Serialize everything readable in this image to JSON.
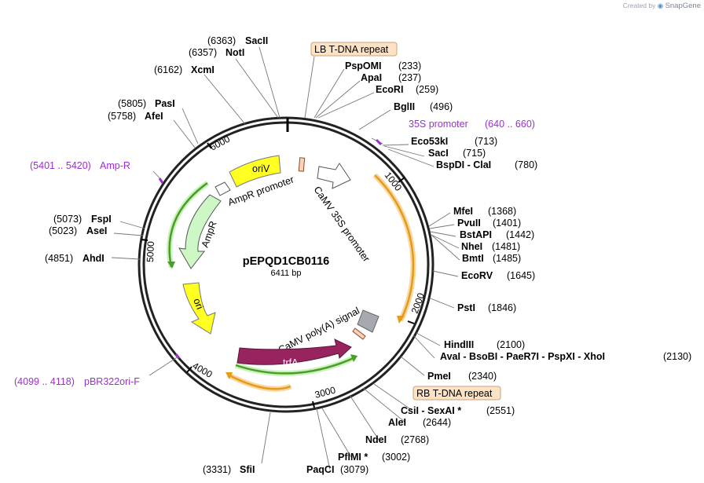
{
  "credit": {
    "prefix": "Created by",
    "brand": "SnapGene"
  },
  "plasmid": {
    "name": "pEPQD1CB0116",
    "length": "6411 bp"
  },
  "ticks": [
    "1000",
    "2000",
    "3000",
    "4000",
    "5000",
    "6000"
  ],
  "features": {
    "orIV": "oriV",
    "ampr_promoter": "AmpR promoter",
    "camv35s": "CaMV 35S promoter",
    "ampr": "AmpR",
    "ori": "ori",
    "polya": "CaMV poly(A) signal",
    "trfa": "trfA"
  },
  "boxed_labels": {
    "lb": "LB T-DNA repeat",
    "rb": "RB T-DNA repeat"
  },
  "purple_labels": {
    "p35s_name": "35S promoter",
    "p35s_range": "(640 .. 660)",
    "ampr_range": "(5401 .. 5420)",
    "ampr_name": "Amp-R",
    "pbr_range": "(4099 .. 4118)",
    "pbr_name": "pBR322ori-F"
  },
  "sites": [
    {
      "name": "SacII",
      "pos": "(6363)"
    },
    {
      "name": "NotI",
      "pos": "(6357)"
    },
    {
      "name": "XcmI",
      "pos": "(6162)"
    },
    {
      "name": "PasI",
      "pos": "(5805)"
    },
    {
      "name": "AfeI",
      "pos": "(5758)"
    },
    {
      "name": "FspI",
      "pos": "(5073)"
    },
    {
      "name": "AseI",
      "pos": "(5023)"
    },
    {
      "name": "AhdI",
      "pos": "(4851)"
    },
    {
      "name": "PspOMI",
      "pos": "(233)"
    },
    {
      "name": "ApaI",
      "pos": "(237)"
    },
    {
      "name": "EcoRI",
      "pos": "(259)"
    },
    {
      "name": "BglII",
      "pos": "(496)"
    },
    {
      "name": "Eco53kI",
      "pos": "(713)"
    },
    {
      "name": "SacI",
      "pos": "(715)"
    },
    {
      "name": "BspDI - ClaI",
      "pos": "(780)"
    },
    {
      "name": "MfeI",
      "pos": "(1368)"
    },
    {
      "name": "PvuII",
      "pos": "(1401)"
    },
    {
      "name": "BstAPI",
      "pos": "(1442)"
    },
    {
      "name": "NheI",
      "pos": "(1481)"
    },
    {
      "name": "BmtI",
      "pos": "(1485)"
    },
    {
      "name": "EcoRV",
      "pos": "(1645)"
    },
    {
      "name": "PstI",
      "pos": "(1846)"
    },
    {
      "name": "HindIII",
      "pos": "(2100)"
    },
    {
      "name": "AvaI - BsoBI - PaeR7I - PspXI - XhoI",
      "pos": "(2130)"
    },
    {
      "name": "PmeI",
      "pos": "(2340)"
    },
    {
      "name": "CsiI - SexAI *",
      "pos": "(2551)"
    },
    {
      "name": "AleI",
      "pos": "(2644)"
    },
    {
      "name": "NdeI",
      "pos": "(2768)"
    },
    {
      "name": "PflMI *",
      "pos": "(3002)"
    },
    {
      "name": "PaqCI",
      "pos": "(3079)"
    },
    {
      "name": "SfiI",
      "pos": "(3331)"
    }
  ]
}
